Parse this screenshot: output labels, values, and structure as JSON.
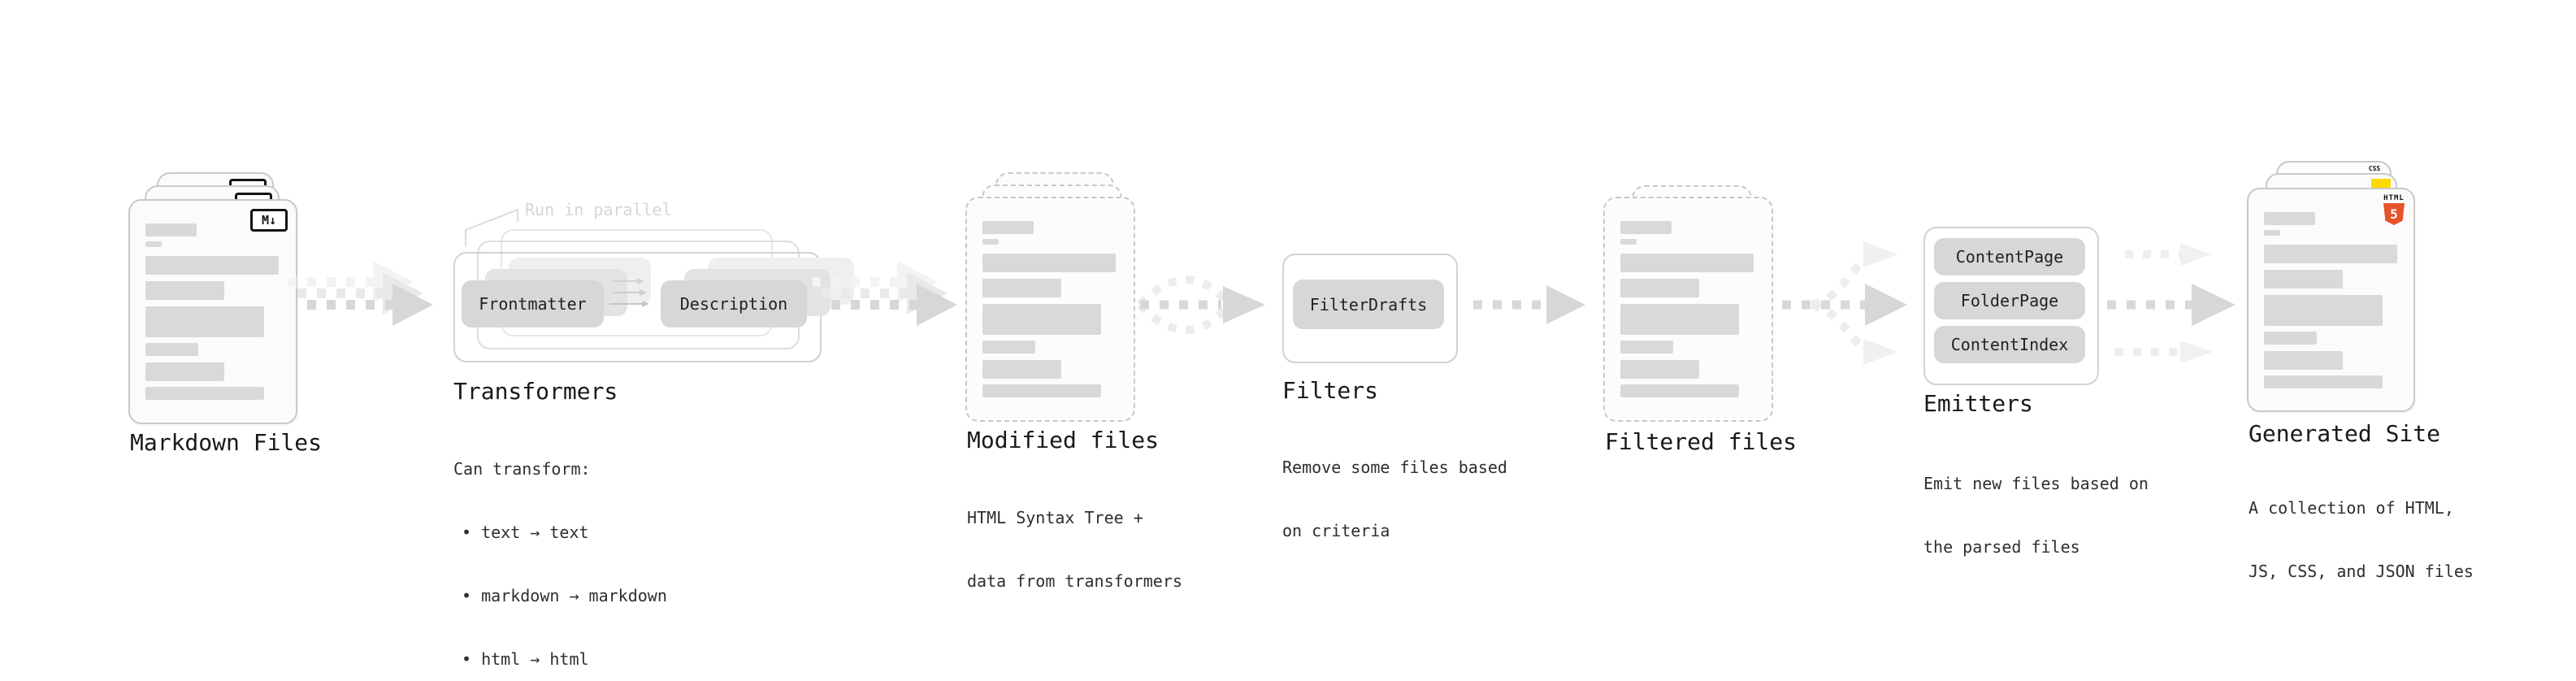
{
  "diagram": {
    "background": "#ffffff",
    "accent_colors": {
      "html5_orange": "#e6532b",
      "js_yellow": "#ffd900",
      "css_blue": "#2f6bea"
    },
    "markdown_files": {
      "title": "Markdown Files",
      "badge": "M↓"
    },
    "transformers": {
      "title": "Transformers",
      "annotation": "Run in parallel",
      "pill_from": "Frontmatter",
      "pill_to": "Description",
      "body": [
        "Can transform:",
        "• text → text",
        "• markdown → markdown",
        "• html → html"
      ]
    },
    "modified_files": {
      "title": "Modified files",
      "body": [
        "HTML Syntax Tree +",
        "data from transformers"
      ]
    },
    "filters": {
      "title": "Filters",
      "pill": "FilterDrafts",
      "body": [
        "Remove some files based",
        "on criteria"
      ]
    },
    "filtered_files": {
      "title": "Filtered files"
    },
    "emitters": {
      "title": "Emitters",
      "pills": [
        "ContentPage",
        "FolderPage",
        "ContentIndex"
      ],
      "body": [
        "Emit new files based on",
        "the parsed files"
      ]
    },
    "generated_site": {
      "title": "Generated Site",
      "badge_html_word": "HTML",
      "badge_html_number": "5",
      "badge_css": "CSS",
      "body": [
        "A collection of HTML,",
        "JS, CSS, and JSON files"
      ]
    }
  }
}
